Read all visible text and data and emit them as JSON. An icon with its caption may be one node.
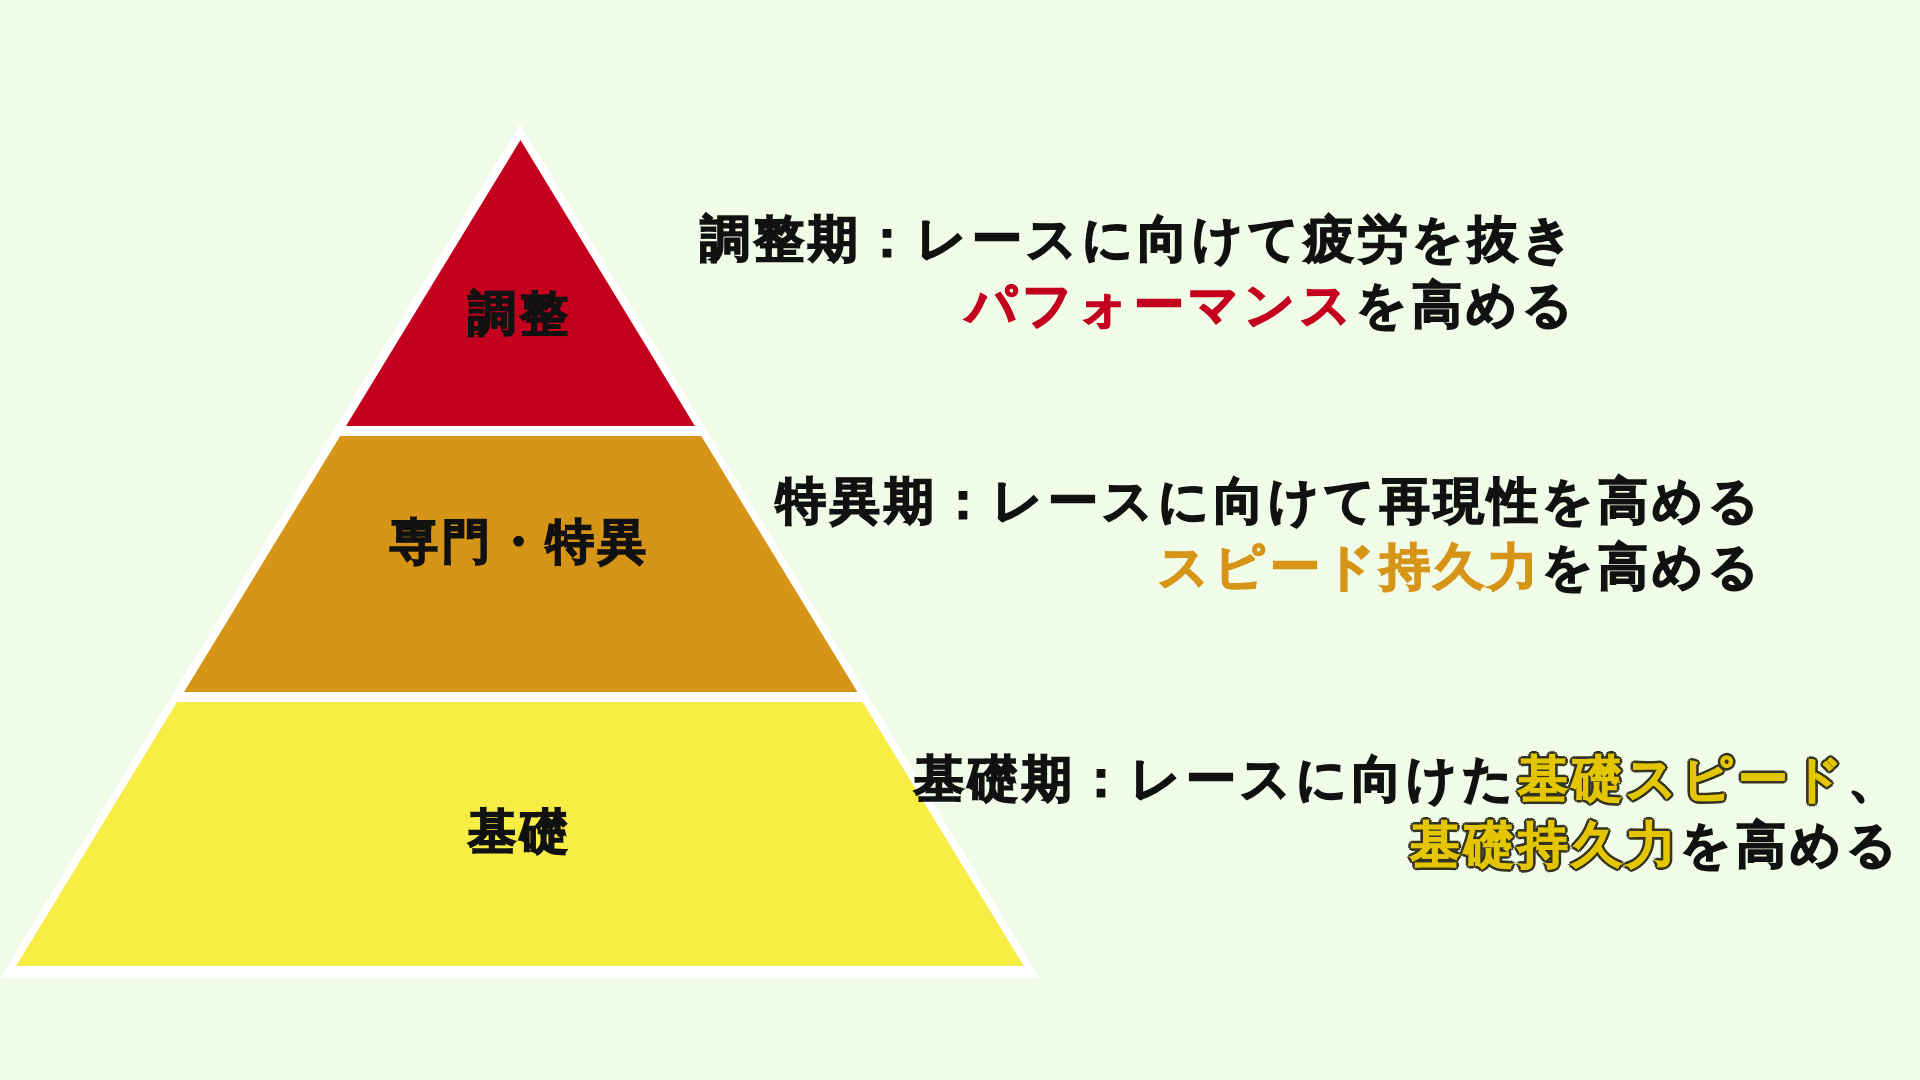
{
  "diagram": {
    "nodes": [
      {
        "text": [
          "調整"
        ],
        "beside": [
          "調整期：レースに向けて疲労を抜き**パフォーマンス**を高める"
        ]
      },
      {
        "text": [
          "専門・特異"
        ],
        "beside": [
          "特異期：レースに向けて再現性を高める**スピード持久力**を高める"
        ]
      },
      {
        "text": [
          "基礎"
        ],
        "beside": [
          "基礎期：レースに向けた**基礎スピード**、**基礎持久力**を高める"
        ]
      }
    ]
  }
}
